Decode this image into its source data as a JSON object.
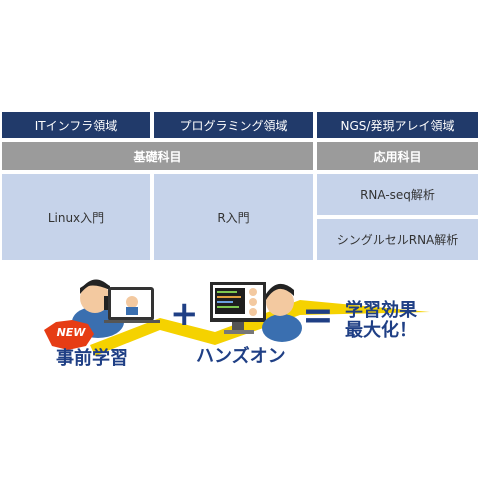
{
  "table": {
    "headers": [
      "ITインフラ領域",
      "プログラミング領域",
      "NGS/発現アレイ領域"
    ],
    "groups": {
      "basic": "基礎科目",
      "applied": "応用科目"
    },
    "courses": {
      "linux": "Linux入門",
      "r": "R入門",
      "rnaseq": "RNA-seq解析",
      "singlecell": "シングルセルRNA解析"
    }
  },
  "flow": {
    "new_badge": "NEW",
    "pre_learning": "事前学習",
    "plus": "+",
    "hands_on": "ハンズオン",
    "equals": "=",
    "result_line1": "学習効果",
    "result_line2": "最大化！"
  },
  "colors": {
    "header": "#213a6a",
    "group": "#9b9b9b",
    "light": "#c6d3ea",
    "accent_text": "#1f3f85",
    "arrow": "#f5d200",
    "badge": "#e63c14"
  }
}
